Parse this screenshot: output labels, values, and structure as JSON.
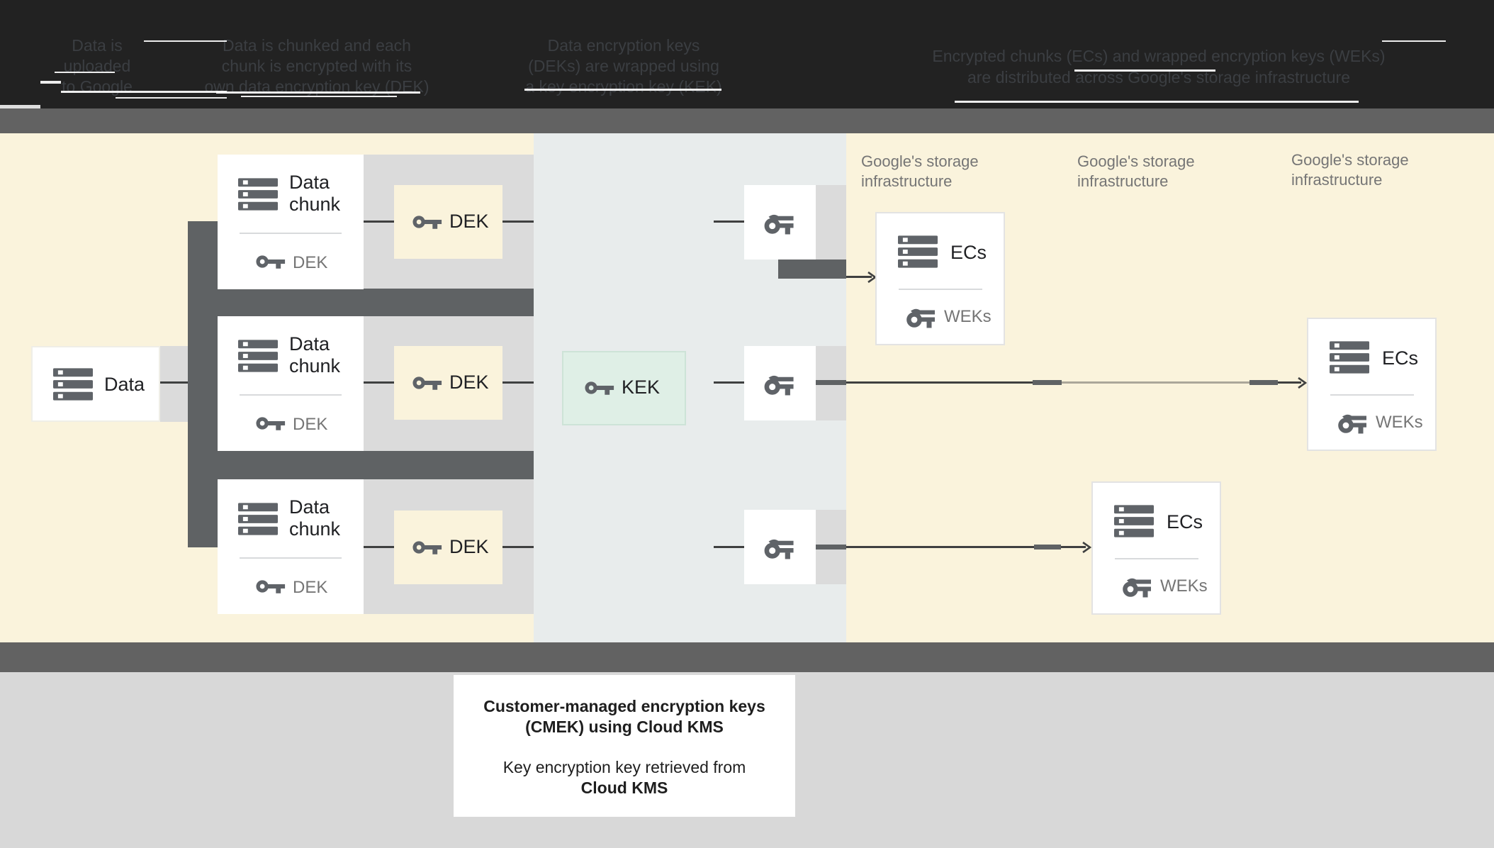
{
  "header": {
    "steps": [
      {
        "lines": [
          "Data is",
          "uploaded",
          "to Google"
        ]
      },
      {
        "lines": [
          "Data is chunked and each",
          "chunk is encrypted with its",
          "own data encryption key (DEK)"
        ]
      },
      {
        "lines": [
          "Data encryption keys",
          "(DEKs) are wrapped using",
          "a key encryption key (KEK)"
        ]
      },
      {
        "lines": [
          "Encrypted chunks (ECs) and wrapped encryption keys (WEKs)",
          "are distributed across Google's storage infrastructure"
        ]
      }
    ]
  },
  "diagram": {
    "data_box": {
      "label": "Data",
      "icon": "stacked-bars-icon"
    },
    "chunks": [
      {
        "title": "Data chunk",
        "key_icon": "key-icon",
        "key_label": "DEK",
        "dek_box": {
          "icon": "key-icon",
          "label": "DEK"
        }
      },
      {
        "title": "Data chunk",
        "key_icon": "key-icon",
        "key_label": "DEK",
        "dek_box": {
          "icon": "key-icon",
          "label": "DEK"
        }
      },
      {
        "title": "Data chunk",
        "key_icon": "key-icon",
        "key_label": "DEK",
        "dek_box": {
          "icon": "key-icon",
          "label": "DEK"
        }
      }
    ],
    "kms": {
      "kek": {
        "icon": "key-icon",
        "label": "KEK"
      },
      "key_boxes": [
        {
          "icon": "wrapped-key-icon"
        },
        {
          "icon": "wrapped-key-icon"
        },
        {
          "icon": "wrapped-key-icon"
        }
      ]
    },
    "storage": {
      "labels": [
        {
          "line1": "Google's storage",
          "line2": "infrastructure"
        },
        {
          "line1": "Google's storage",
          "line2": "infrastructure"
        },
        {
          "line1": "Google's storage",
          "line2": "infrastructure"
        }
      ],
      "ec_boxes": [
        {
          "title": "ECs",
          "icon": "stacked-bars-icon",
          "wek_icon": "wrapped-key-icon",
          "wek_label": "WEKs"
        },
        {
          "title": "ECs",
          "icon": "stacked-bars-icon",
          "wek_icon": "wrapped-key-icon",
          "wek_label": "WEKs"
        },
        {
          "title": "ECs",
          "icon": "stacked-bars-icon",
          "wek_icon": "wrapped-key-icon",
          "wek_label": "WEKs"
        }
      ]
    }
  },
  "caption": {
    "bold1": "Customer-managed encryption keys",
    "bold2": "(CMEK) using Cloud KMS",
    "line3": "Key encryption key retrieved from",
    "bold3": "Cloud KMS"
  },
  "colors": {
    "header_bg": "#222222",
    "header_text": "#3B3E42",
    "band_gray": "#626262",
    "cream": "#FAF3DC",
    "kms_zone": "#E8ECEC",
    "mint": "#DFEFE6",
    "mint_cream": "#FAF3DC",
    "dark_gray": "#5F6264",
    "light_gray": "#DBDBDB",
    "bottom_gray": "#D8D8D8",
    "icon_gray": "#5F6368",
    "text_gray": "#757575",
    "text_dark": "#202124",
    "line_dark": "#3F4040",
    "line_light": "#ABA79A"
  }
}
